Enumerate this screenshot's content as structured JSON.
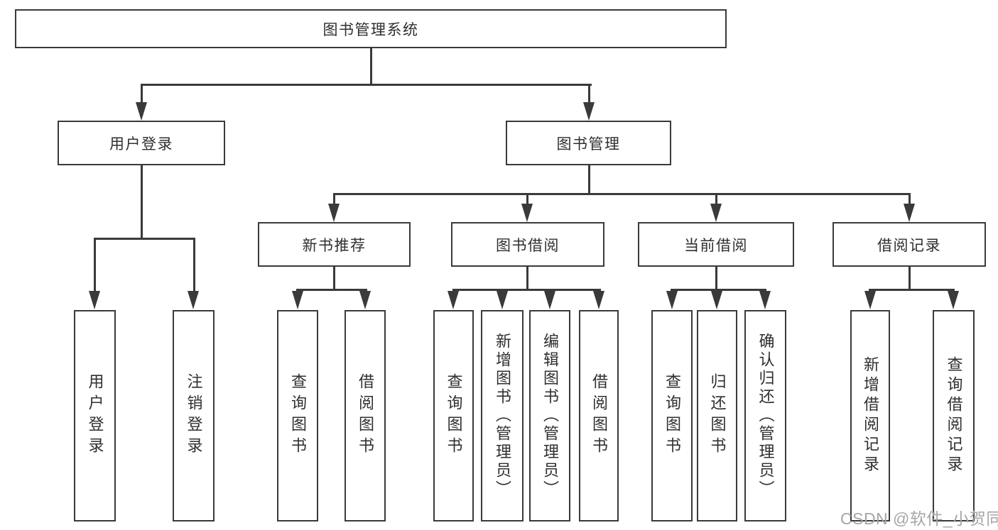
{
  "diagram": {
    "title": "图书管理系统",
    "root": {
      "label": "图书管理系统"
    },
    "branches": [
      {
        "label": "用户登录",
        "children": [
          {
            "label": "用户登录"
          },
          {
            "label": "注销登录"
          }
        ]
      },
      {
        "label": "图书管理",
        "children": [
          {
            "label": "新书推荐",
            "children": [
              {
                "label": "查询图书"
              },
              {
                "label": "借阅图书"
              }
            ]
          },
          {
            "label": "图书借阅",
            "children": [
              {
                "label": "查询图书"
              },
              {
                "label": "新增图书（管理员）"
              },
              {
                "label": "编辑图书（管理员）"
              },
              {
                "label": "借阅图书"
              }
            ]
          },
          {
            "label": "当前借阅",
            "children": [
              {
                "label": "查询图书"
              },
              {
                "label": "归还图书"
              },
              {
                "label": "确认归还（管理员）"
              }
            ]
          },
          {
            "label": "借阅记录",
            "children": [
              {
                "label": "新增借阅记录"
              },
              {
                "label": "查询借阅记录"
              }
            ]
          }
        ]
      }
    ]
  },
  "watermark": {
    "text": "CSDN @软件_小贺同学"
  },
  "colors": {
    "line": "#3a3a3a",
    "text": "#2f2f2f",
    "watermark": "#a6a6a6",
    "background": "#ffffff"
  }
}
